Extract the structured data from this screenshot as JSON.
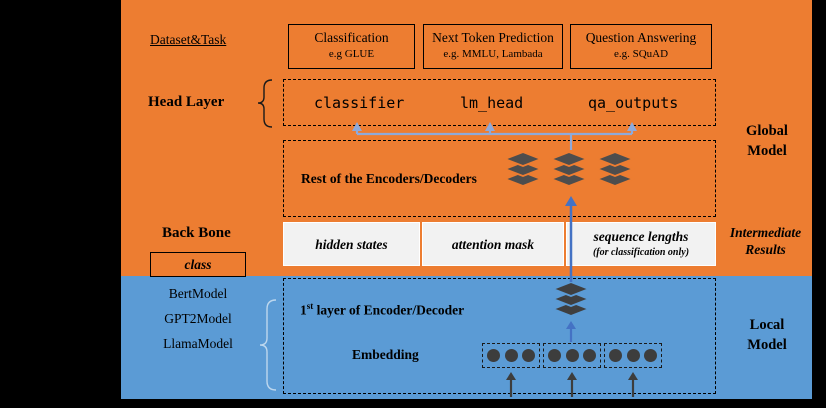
{
  "colors": {
    "background": "#000000",
    "orange_region": "#ED7D31",
    "blue_region": "#5B9BD5",
    "band_cell": "#F2F2F2",
    "stack_icon": "#4D4D4D",
    "arrow_light": "#8EAADB",
    "arrow_dark": "#4472C4",
    "token_dot": "#3D3D3D"
  },
  "left_panel": {
    "dataset_task": "Dataset&Task",
    "head_layer": "Head Layer",
    "back_bone": "Back Bone",
    "class_header": "class",
    "models": [
      "BertModel",
      "GPT2Model",
      "LlamaModel"
    ]
  },
  "tasks": [
    {
      "title": "Classification",
      "example": "e.g GLUE"
    },
    {
      "title": "Next Token Prediction",
      "example": "e.g. MMLU, Lambada"
    },
    {
      "title": "Question Answering",
      "example": "e.g. SQuAD"
    }
  ],
  "head_layer_box": {
    "heads": [
      "classifier",
      "lm_head",
      "qa_outputs"
    ]
  },
  "backbone": {
    "rest_label": "Rest of the Encoders/Decoders",
    "first_layer_num": "1",
    "first_layer_sup": "st",
    "first_layer_rest": " layer of Encoder/Decoder",
    "embedding": "Embedding"
  },
  "intermediate": {
    "cells": [
      {
        "label": "hidden states",
        "note": ""
      },
      {
        "label": "attention mask",
        "note": ""
      },
      {
        "label": "sequence lengths",
        "note": "(for classification only)"
      }
    ]
  },
  "right_panel": {
    "global_line1": "Global",
    "global_line2": "Model",
    "intermediate_line1": "Intermediate",
    "intermediate_line2": "Results",
    "local_line1": "Local",
    "local_line2": "Model"
  }
}
